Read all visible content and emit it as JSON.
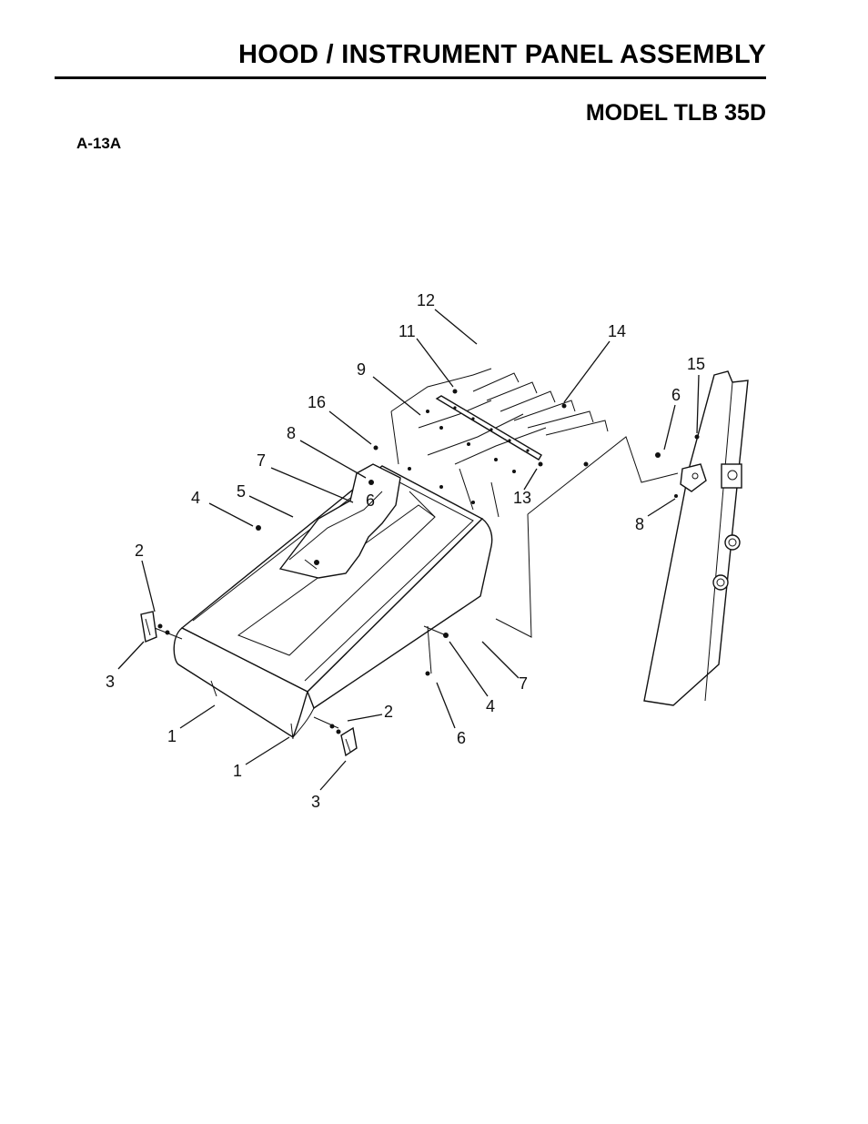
{
  "header": {
    "title": "HOOD / INSTRUMENT PANEL ASSEMBLY",
    "model": "MODEL TLB 35D",
    "figure_id": "A-13A"
  },
  "diagram": {
    "callouts": [
      "12",
      "11",
      "14",
      "9",
      "15",
      "6",
      "16",
      "8",
      "7",
      "5",
      "6",
      "13",
      "4",
      "8",
      "2",
      "3",
      "7",
      "4",
      "2",
      "1",
      "6",
      "1",
      "3"
    ]
  }
}
